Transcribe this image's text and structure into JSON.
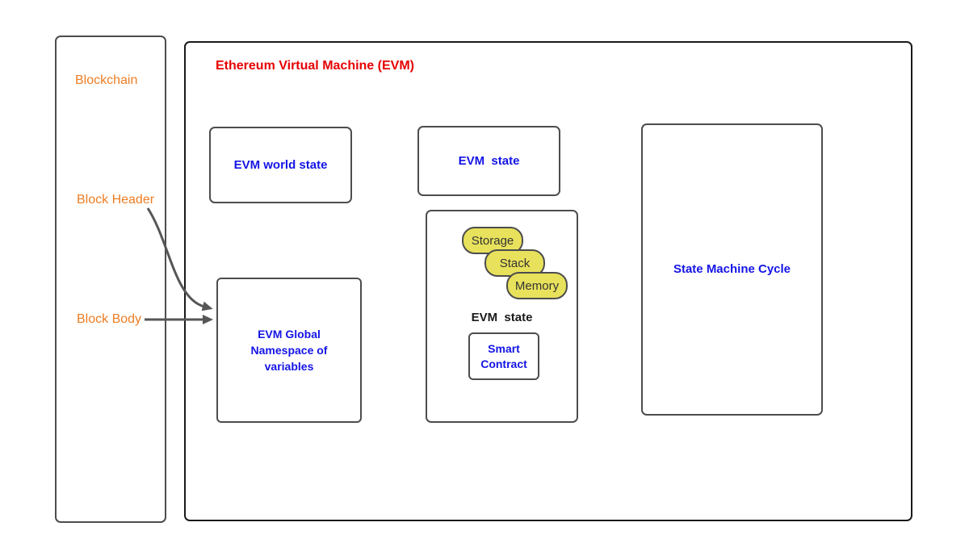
{
  "colors": {
    "background": "#ffffff",
    "outer-border": "#1a1a1a",
    "box-border": "#4d4d4d",
    "blue-text": "#1414e6",
    "red-title": "#e60000",
    "orange-label": "#ed7d23",
    "pill-fill": "#e8e15c",
    "pill-border": "#4d4d4d",
    "pill-text": "#333333",
    "dark-text": "#1a1a1a",
    "arrow": "#565656"
  },
  "blockchain": {
    "title": "Blockchain",
    "block_header_label": "Block Header",
    "block_body_label": "Block Body"
  },
  "evm": {
    "title": "Ethereum Virtual Machine (EVM)",
    "world_state_label": "EVM world state",
    "state_label": "EVM  state",
    "state_machine_label": "State Machine Cycle",
    "namespace_label": "EVM Global\nNamespace of\nvariables",
    "machine_state": {
      "pills": [
        "Storage",
        "Stack",
        "Memory"
      ],
      "state_label": "EVM  state",
      "smart_contract_label": "Smart\nContract"
    }
  }
}
